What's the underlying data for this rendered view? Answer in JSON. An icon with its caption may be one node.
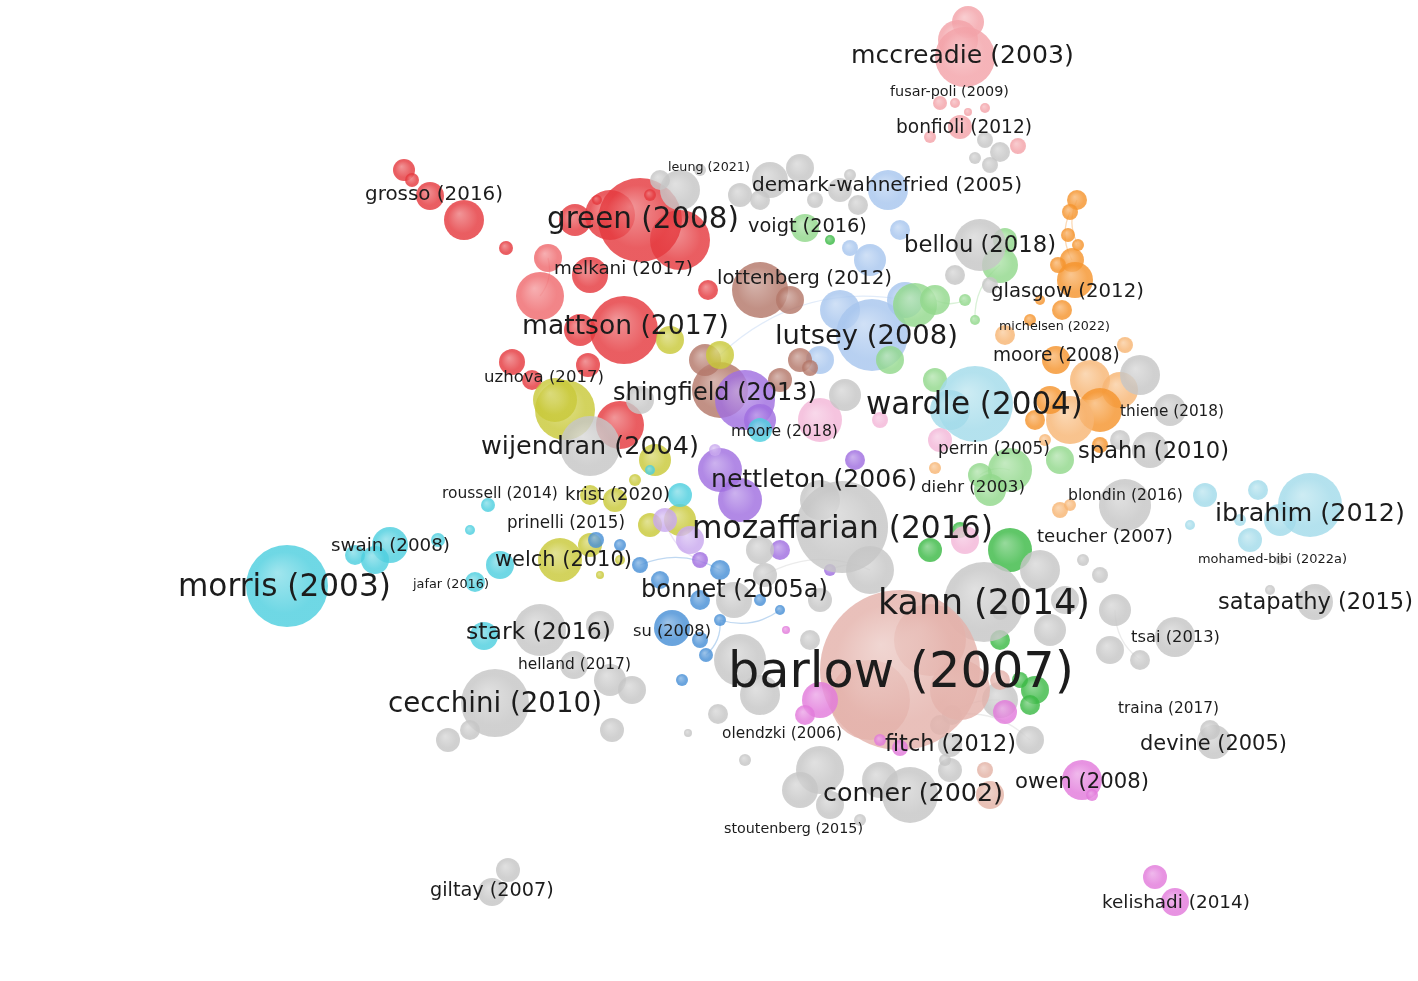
{
  "diagram": {
    "nodes": [
      {
        "text": [
          "mccreadie (2003)"
        ]
      },
      {
        "text": [
          "fusar-poli (2009)"
        ]
      },
      {
        "text": [
          "bonfioli (2012)"
        ]
      },
      {
        "text": [
          "leung (2021)"
        ]
      },
      {
        "text": [
          "grosso (2016)"
        ]
      },
      {
        "text": [
          "demark-wahnefried (2005)"
        ]
      },
      {
        "text": [
          "green (2008)"
        ]
      },
      {
        "text": [
          "voigt (2016)"
        ]
      },
      {
        "text": [
          "bellou (2018)"
        ]
      },
      {
        "text": [
          "melkani (2017)"
        ]
      },
      {
        "text": [
          "lottenberg (2012)"
        ]
      },
      {
        "text": [
          "glasgow (2012)"
        ]
      },
      {
        "text": [
          "mattson (2017)"
        ]
      },
      {
        "text": [
          "michelsen (2022)"
        ]
      },
      {
        "text": [
          "lutsey (2008)"
        ]
      },
      {
        "text": [
          "moore (2008)"
        ]
      },
      {
        "text": [
          "uzhova (2017)"
        ]
      },
      {
        "text": [
          "shingfield (2013)"
        ]
      },
      {
        "text": [
          "wardle (2004)"
        ]
      },
      {
        "text": [
          "thiene (2018)"
        ]
      },
      {
        "text": [
          "moore (2018)"
        ]
      },
      {
        "text": [
          "wijendran (2004)"
        ]
      },
      {
        "text": [
          "perrin (2005)"
        ]
      },
      {
        "text": [
          "spahn (2010)"
        ]
      },
      {
        "text": [
          "nettleton (2006)"
        ]
      },
      {
        "text": [
          "diehr (2003)"
        ]
      },
      {
        "text": [
          "roussell (2014)"
        ]
      },
      {
        "text": [
          "krist (2020)"
        ]
      },
      {
        "text": [
          "blondin (2016)"
        ]
      },
      {
        "text": [
          "ibrahim (2012)"
        ]
      },
      {
        "text": [
          "prinelli (2015)"
        ]
      },
      {
        "text": [
          "mozaffarian (2016)"
        ]
      },
      {
        "text": [
          "teucher (2007)"
        ]
      },
      {
        "text": [
          "swain (2008)"
        ]
      },
      {
        "text": [
          "welch (2010)"
        ]
      },
      {
        "text": [
          "mohamed-bibi (2022a)"
        ]
      },
      {
        "text": [
          "jafar (2016)"
        ]
      },
      {
        "text": [
          "morris (2003)"
        ]
      },
      {
        "text": [
          "bonnet (2005a)"
        ]
      },
      {
        "text": [
          "kann (2014)"
        ]
      },
      {
        "text": [
          "satapathy (2015)"
        ]
      },
      {
        "text": [
          "stark (2016)"
        ]
      },
      {
        "text": [
          "su (2008)"
        ]
      },
      {
        "text": [
          "tsai (2013)"
        ]
      },
      {
        "text": [
          "helland (2017)"
        ]
      },
      {
        "text": [
          "barlow (2007)"
        ]
      },
      {
        "text": [
          "cecchini (2010)"
        ]
      },
      {
        "text": [
          "traina (2017)"
        ]
      },
      {
        "text": [
          "olendzki (2006)"
        ]
      },
      {
        "text": [
          "fitch (2012)"
        ]
      },
      {
        "text": [
          "devine (2005)"
        ]
      },
      {
        "text": [
          "owen (2008)"
        ]
      },
      {
        "text": [
          "conner (2002)"
        ]
      },
      {
        "text": [
          "stoutenberg (2015)"
        ]
      },
      {
        "text": [
          "giltay (2007)"
        ]
      },
      {
        "text": [
          "kelishadi (2014)"
        ]
      }
    ]
  }
}
